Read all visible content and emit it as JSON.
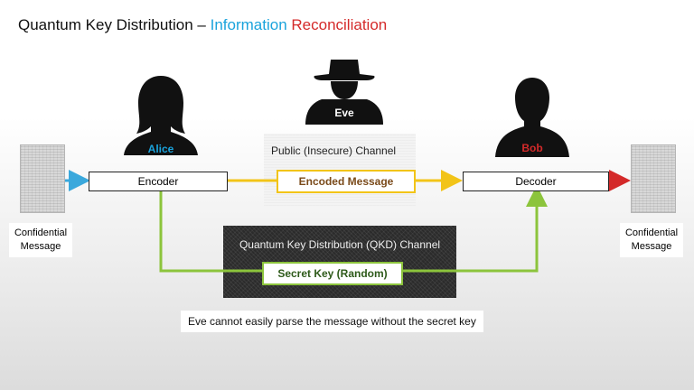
{
  "title": {
    "part1": "Quantum Key Distribution – ",
    "part2": "Information",
    "part3": "Reconciliation"
  },
  "people": {
    "alice": "Alice",
    "eve": "Eve",
    "bob": "Bob"
  },
  "nodes": {
    "encoder": "Encoder",
    "decoder": "Decoder"
  },
  "channels": {
    "public": "Public (Insecure) Channel",
    "encoded_message": "Encoded Message",
    "qkd": "Quantum Key Distribution (QKD) Channel",
    "secret_key": "Secret Key (Random)"
  },
  "messages": {
    "left_line1": "Confidential",
    "left_line2": "Message",
    "right_line1": "Confidential",
    "right_line2": "Message"
  },
  "note": "Eve cannot easily parse the message without the secret key",
  "colors": {
    "title_blue": "#1aa3dc",
    "title_red": "#d42a2a",
    "alice": "#1aa3dc",
    "bob": "#d42a2a",
    "public_link": "#f2c418",
    "qkd_link": "#8cc43c",
    "input_arrow": "#3aa8dc",
    "output_arrow": "#d42a2a"
  }
}
